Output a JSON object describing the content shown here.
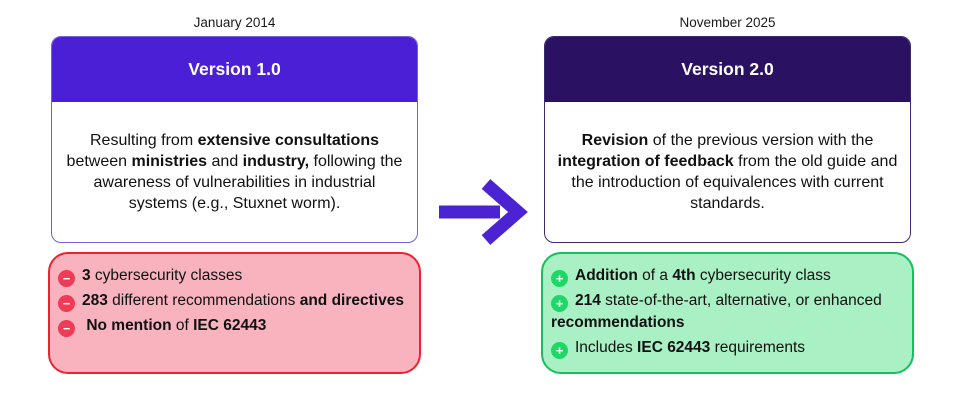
{
  "left": {
    "date_label": "January 2014",
    "card": {
      "title": "Version 1.0",
      "header_color": "#4a1fd6",
      "border_color": "#7062d8",
      "body_segments": [
        {
          "t": "Resulting from ",
          "b": false
        },
        {
          "t": "extensive consultations",
          "b": true
        },
        {
          "t": " between ",
          "b": false
        },
        {
          "t": "ministries",
          "b": true
        },
        {
          "t": " and ",
          "b": false
        },
        {
          "t": "industry,",
          "b": true
        },
        {
          "t": " following the awareness of vulnerabilities in industrial systems (e.g., Stuxnet worm).",
          "b": false
        }
      ]
    },
    "changes": {
      "sentiment": "negative",
      "bg_color": "#f9b3bf",
      "border_color": "#f2202f",
      "icon_color": "#ef3b56",
      "icon_glyph": "−",
      "items": [
        {
          "segments": [
            {
              "t": "3",
              "b": true
            },
            {
              "t": " cybersecurity classes",
              "b": false
            }
          ]
        },
        {
          "segments": [
            {
              "t": "283",
              "b": true
            },
            {
              "t": " different recommendations ",
              "b": false
            },
            {
              "t": "and directives",
              "b": true
            }
          ]
        },
        {
          "segments": [
            {
              "t": " ",
              "b": false
            },
            {
              "t": "No mention",
              "b": true
            },
            {
              "t": " of ",
              "b": false
            },
            {
              "t": "IEC 62443",
              "b": true
            }
          ]
        }
      ]
    }
  },
  "arrow": {
    "direction": "right",
    "color": "#4b23d3"
  },
  "right": {
    "date_label": "November 2025",
    "card": {
      "title": "Version 2.0",
      "header_color": "#2a1161",
      "border_color": "#3b2a72",
      "body_segments": [
        {
          "t": "Revision",
          "b": true
        },
        {
          "t": " of the previous version with the ",
          "b": false
        },
        {
          "t": "integration of feedback",
          "b": true
        },
        {
          "t": " from the old guide and the introduction of equivalences with current standards.",
          "b": false
        }
      ]
    },
    "changes": {
      "sentiment": "positive",
      "bg_color": "#a9f0c4",
      "border_color": "#16bf5b",
      "icon_color": "#1fd767",
      "icon_glyph": "+",
      "items": [
        {
          "segments": [
            {
              "t": "Addition",
              "b": true
            },
            {
              "t": " of a ",
              "b": false
            },
            {
              "t": "4th",
              "b": true
            },
            {
              "t": " cybersecurity class",
              "b": false
            }
          ]
        },
        {
          "segments": [
            {
              "t": "214",
              "b": true
            },
            {
              "t": " state-of-the-art, alternative, or enhanced ",
              "b": false
            },
            {
              "t": "recommendations",
              "b": true
            }
          ]
        },
        {
          "segments": [
            {
              "t": "Includes ",
              "b": false
            },
            {
              "t": "IEC 62443",
              "b": true
            },
            {
              "t": " requirements",
              "b": false
            }
          ]
        }
      ]
    }
  }
}
